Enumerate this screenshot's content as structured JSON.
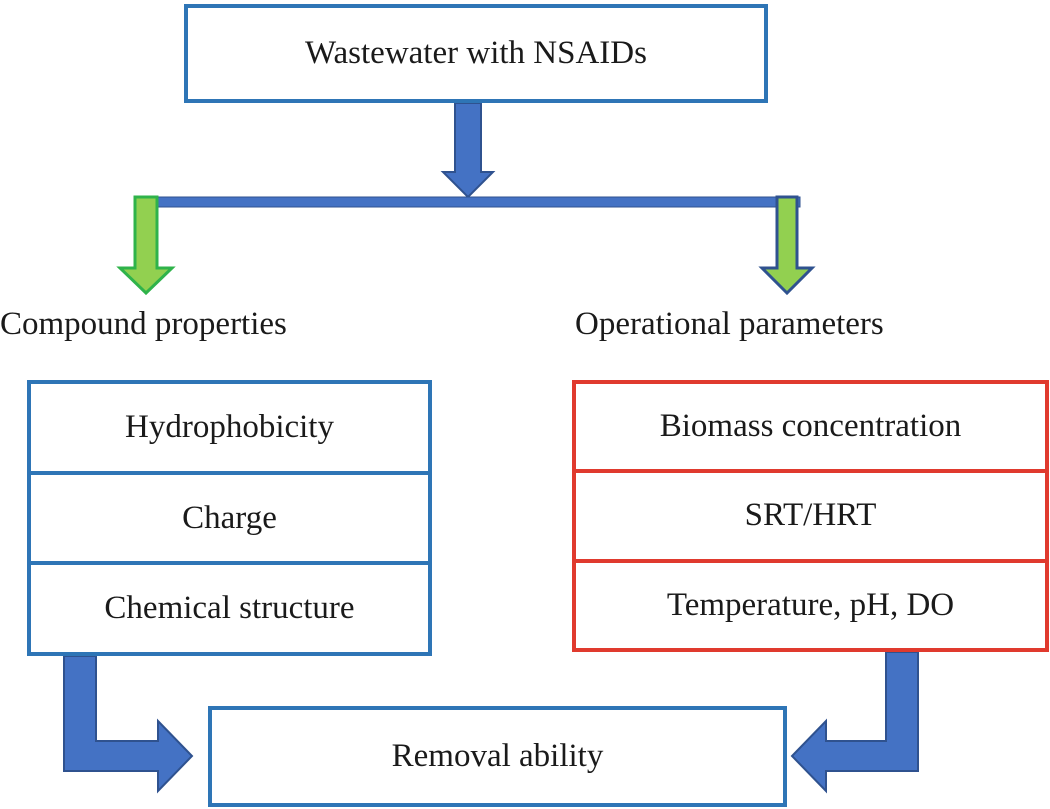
{
  "diagram": {
    "source": {
      "label": "Wastewater with NSAIDs"
    },
    "branches": [
      {
        "heading": "Compound properties",
        "items": [
          "Hydrophobicity",
          "Charge",
          "Chemical structure"
        ],
        "border_color": "#2e75b6"
      },
      {
        "heading": "Operational parameters",
        "items": [
          "Biomass concentration",
          "SRT/HRT",
          "Temperature, pH, DO"
        ],
        "border_color": "#e03a2e"
      }
    ],
    "outcome": {
      "label": "Removal ability"
    },
    "colors": {
      "arrow_blue": "#4472c4",
      "arrow_blue_edge": "#2f528f",
      "arrow_green": "#92d050",
      "arrow_green_edge": "#2fb34a"
    }
  }
}
